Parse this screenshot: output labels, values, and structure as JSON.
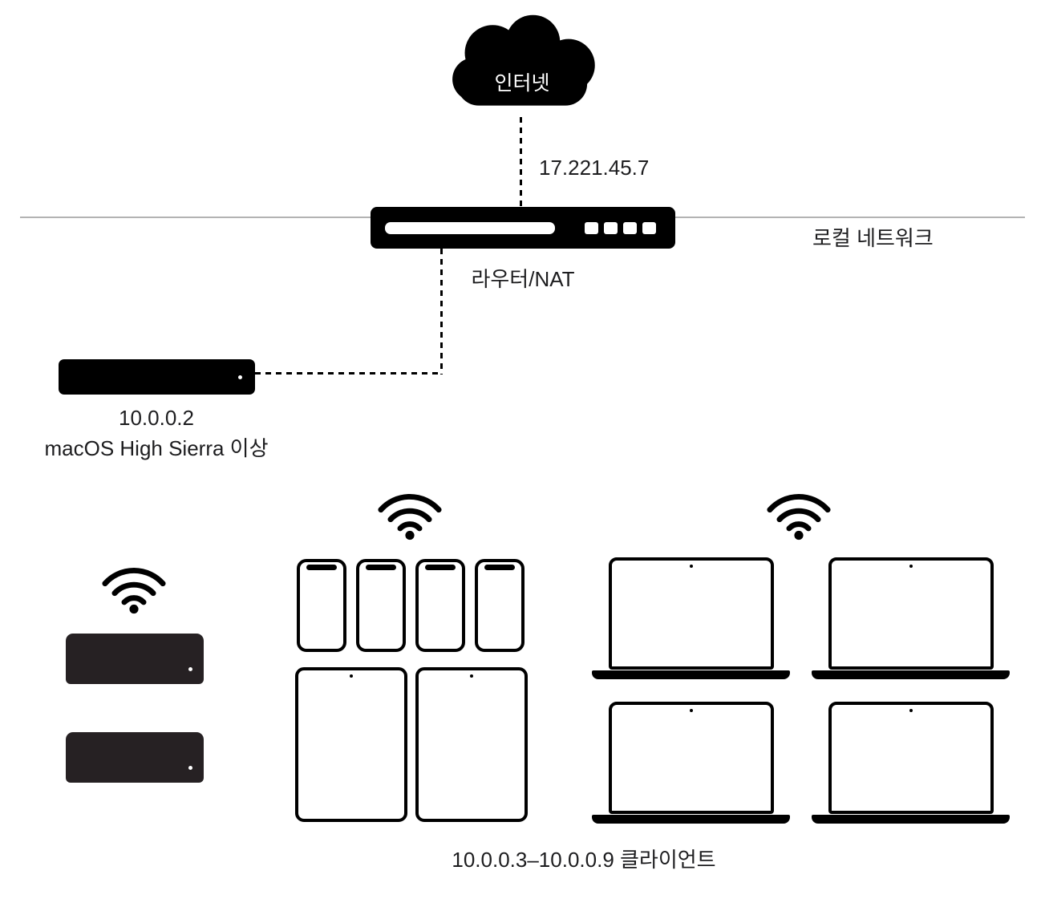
{
  "diagram": {
    "internet_label": "인터넷",
    "wan_ip": "17.221.45.7",
    "local_network_label": "로컬 네트워크",
    "router_label": "라우터/NAT",
    "server_ip": "10.0.0.2",
    "server_os": "macOS High Sierra 이상",
    "clients_label": "10.0.0.3–10.0.0.9 클라이언트"
  },
  "colors": {
    "device_fill": "#000000",
    "mac_mini_client_fill": "#262123",
    "network_line": "#b3b3b3",
    "background": "#ffffff",
    "label_text": "#1d1d1f",
    "cloud_text": "#ffffff"
  }
}
